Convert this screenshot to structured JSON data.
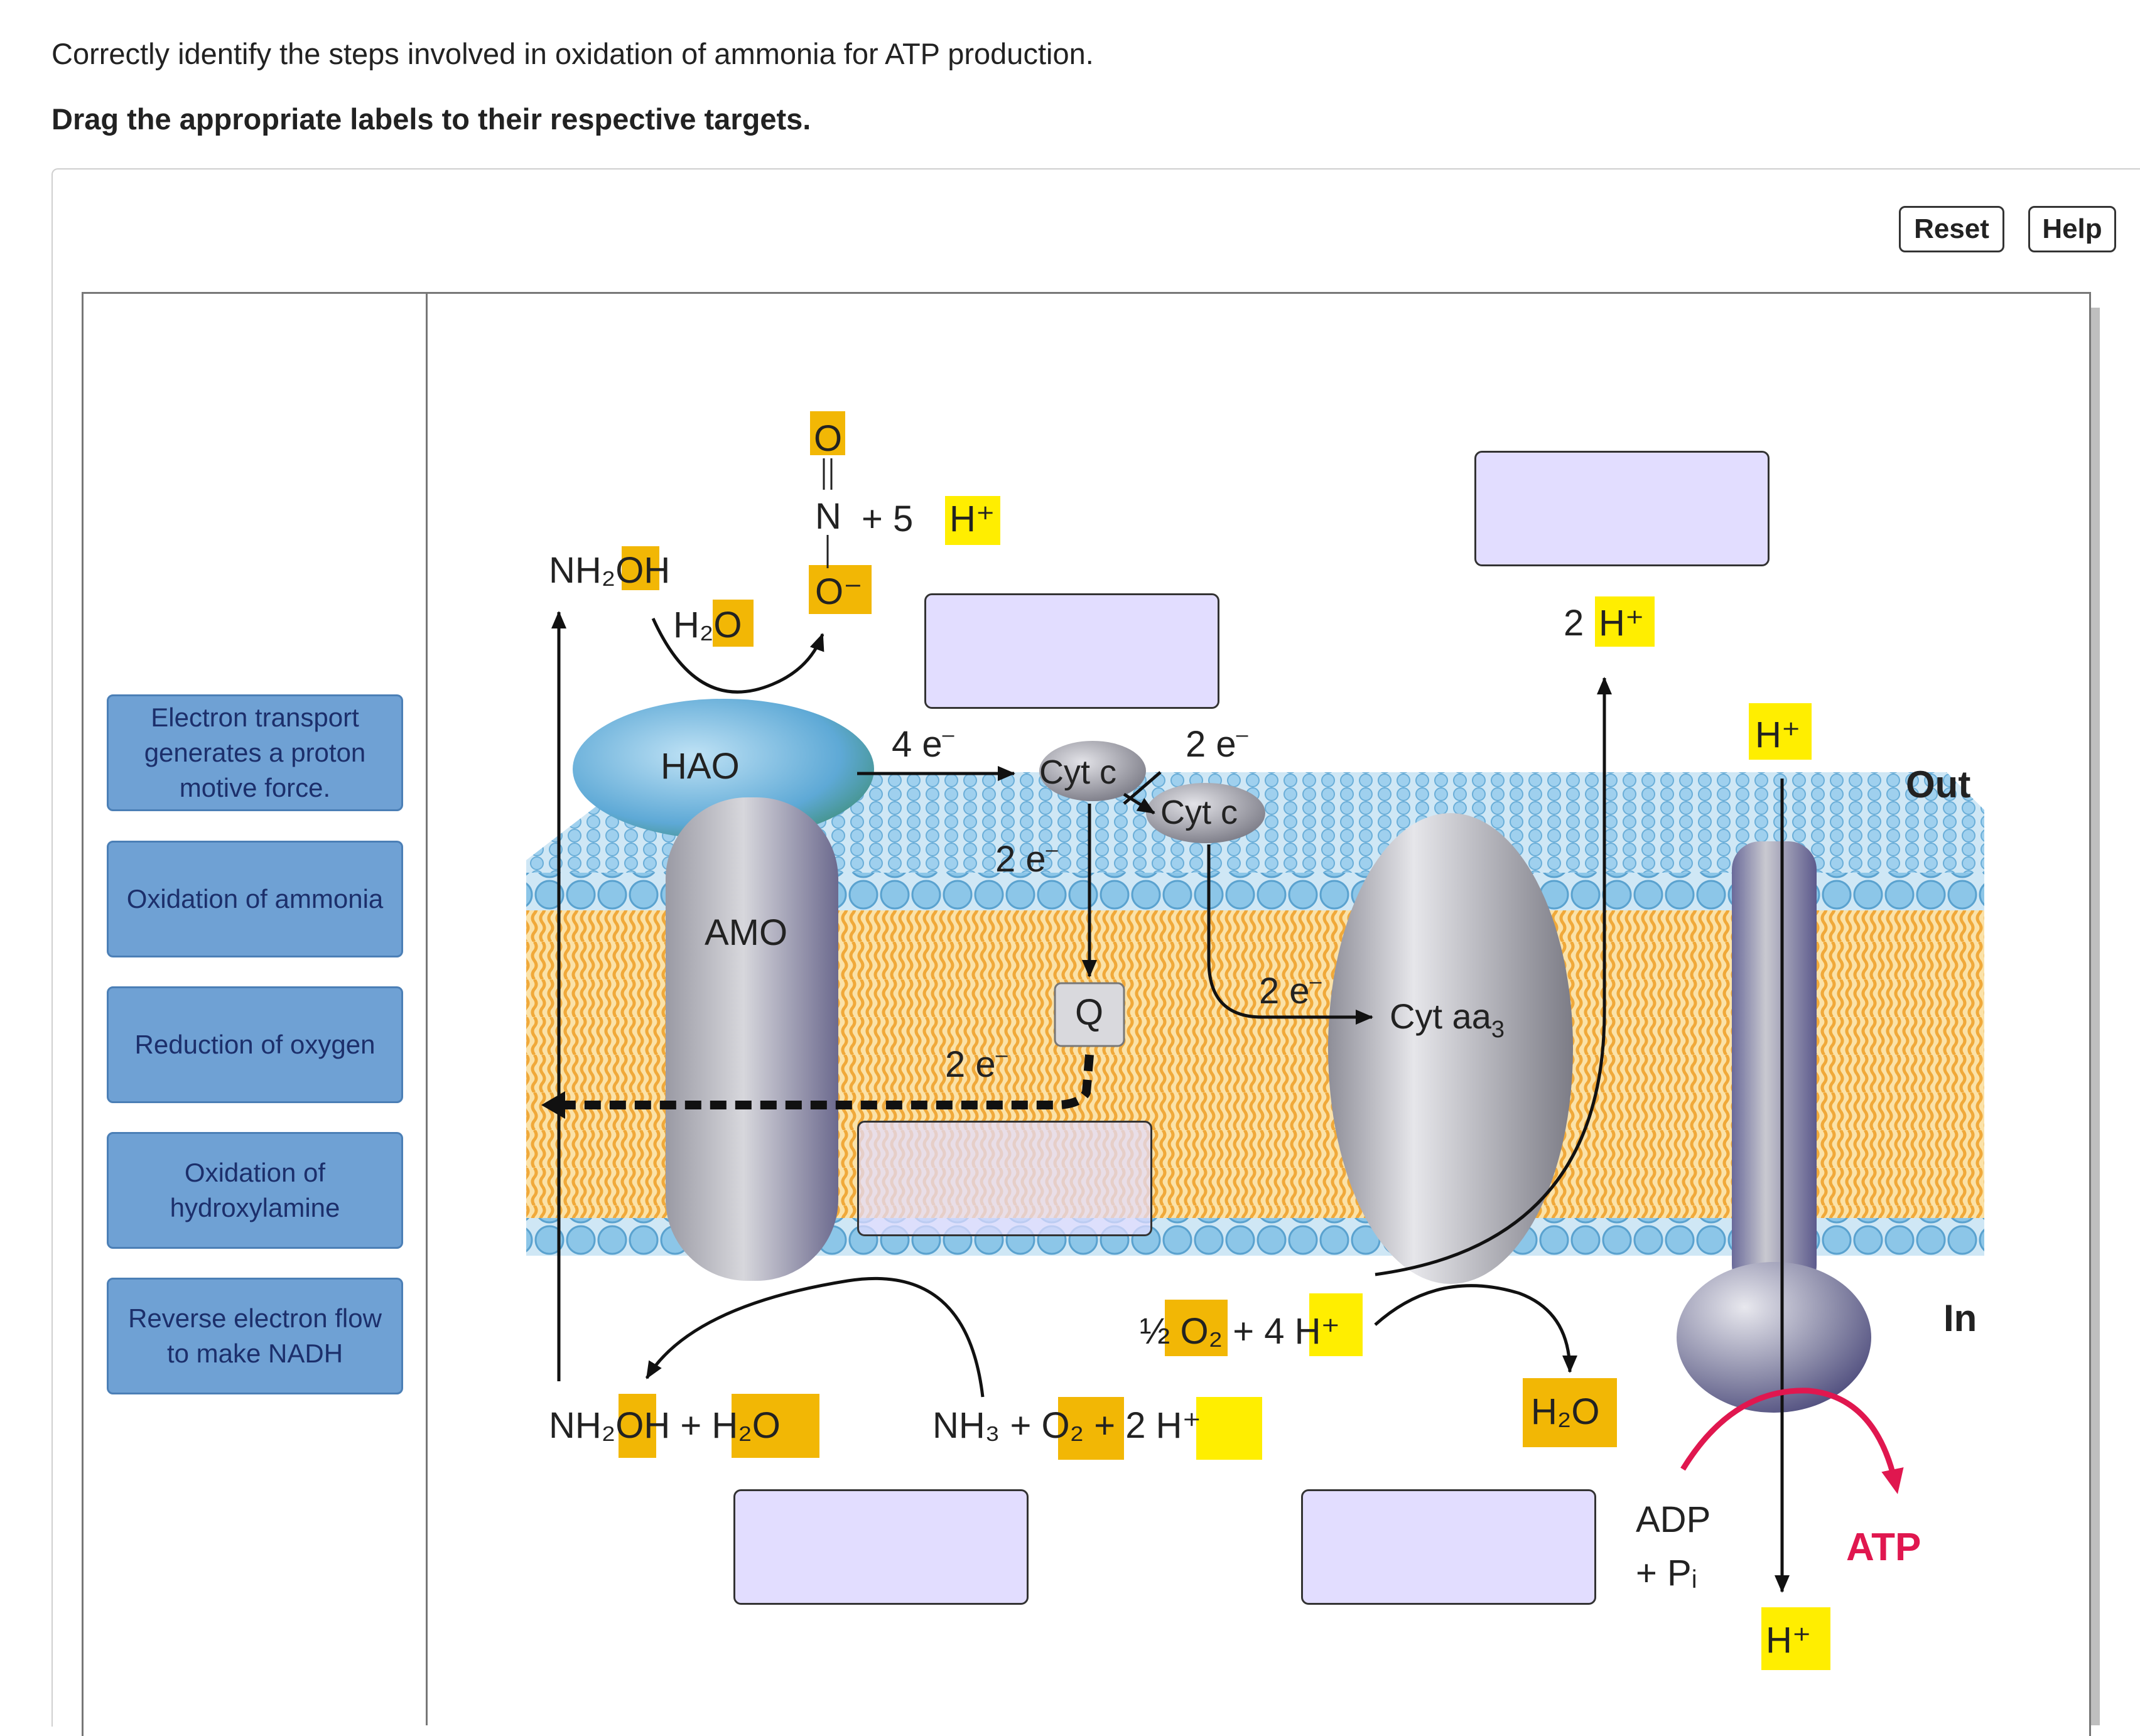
{
  "question": {
    "title": "Correctly identify the steps involved in oxidation of ammonia for ATP production.",
    "instruction": "Drag the appropriate labels to their respective targets."
  },
  "toolbar": {
    "reset_label": "Reset",
    "help_label": "Help"
  },
  "labels": [
    {
      "lines": [
        "Electron transport",
        "generates a proton",
        "motive force."
      ]
    },
    {
      "lines": [
        "Oxidation of ammonia"
      ]
    },
    {
      "lines": [
        "Reduction of oxygen"
      ]
    },
    {
      "lines": [
        "Oxidation of",
        "hydroxylamine"
      ]
    },
    {
      "lines": [
        "Reverse electron flow",
        "to make NADH"
      ]
    }
  ],
  "diagram": {
    "out_label": "Out",
    "in_label": "In",
    "hao": "HAO",
    "amo": "AMO",
    "cytc_1": "Cyt c",
    "cytc_2": "Cyt c",
    "q": "Q",
    "cytaa3": "Cyt aa",
    "cytaa3_sub": "3",
    "four_e": "4 e",
    "two_e": "2 e",
    "e_sup": "–",
    "nh2oh_top": "NH₂OH",
    "h2o": "H₂O",
    "nitrite_o_top": "O",
    "nitrite_n": "N",
    "nitrite_o_minus": "O⁻",
    "plus_5h": "+ 5",
    "h_plus": "H⁺",
    "two_h_plus": "2",
    "bottom_left_eq": "NH₂OH + H₂O",
    "nh3_eq": "NH₃ + O₂ + 2 H⁺",
    "half_o2": "½ O₂ + 4 H⁺",
    "h2o_right": "H₂O",
    "adp": "ADP",
    "pi": "+ Pᵢ",
    "atp": "ATP"
  },
  "colors": {
    "highlight_orange": "#f2b705",
    "highlight_yellow": "#ffee00",
    "atp_red": "#e0174f",
    "lipid_head": "#8cc6e8",
    "lipid_tail": "#f5b74a",
    "drop_fill": "#e2ddff",
    "label_fill": "#6fa1d4"
  }
}
